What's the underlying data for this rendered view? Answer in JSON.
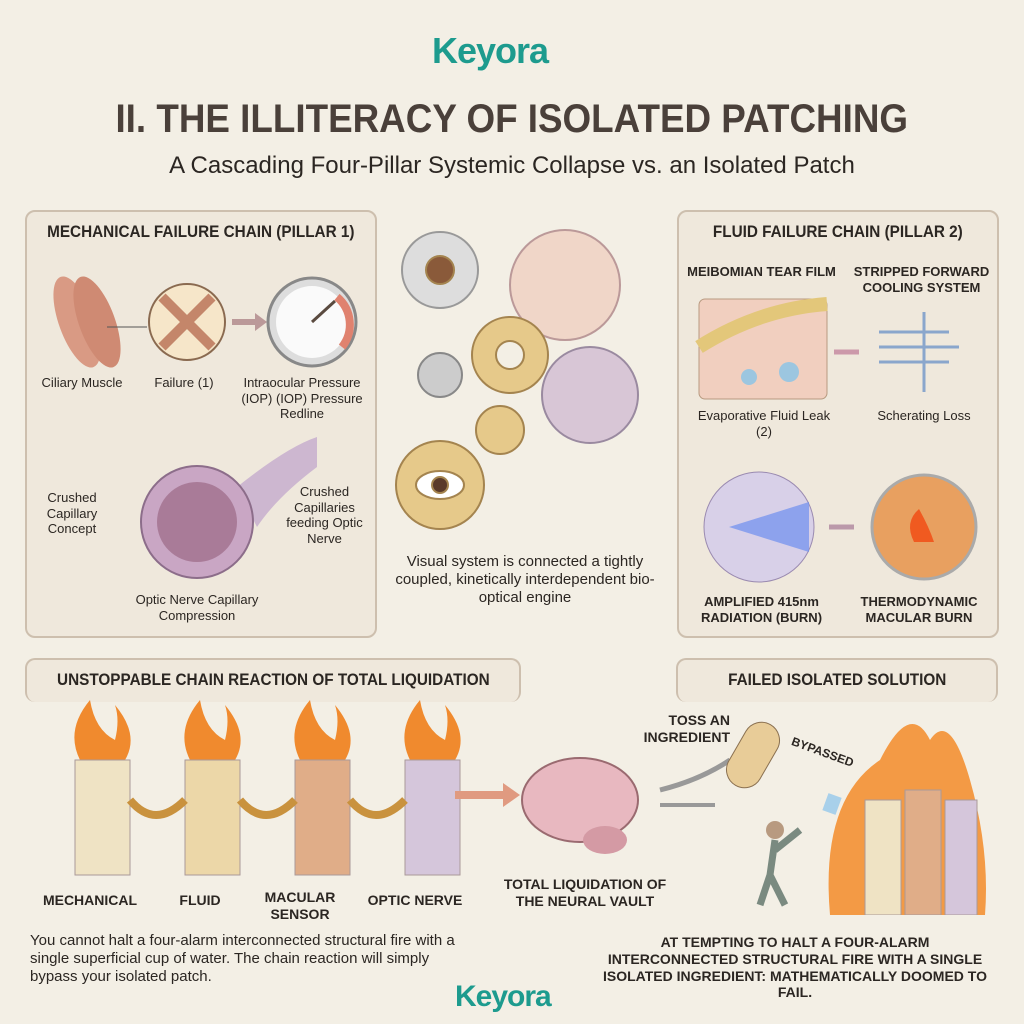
{
  "brand": {
    "logo_top": "Keyora",
    "logo_bottom": "Keyora"
  },
  "header": {
    "title": "II. THE ILLITERACY OF ISOLATED PATCHING",
    "subtitle": "A Cascading Four-Pillar Systemic Collapse vs. an Isolated Patch"
  },
  "mechanical": {
    "title": "MECHANICAL FAILURE CHAIN (PILLAR 1)",
    "ciliary": "Ciliary Muscle",
    "failure": "Failure (1)",
    "iop": "Intraocular Pressure (IOP) (IOP) Pressure Redline",
    "crushed_concept": "Crushed Capillary Concept",
    "crushed_feeding": "Crushed Capillaries feeding Optic Nerve",
    "compression": "Optic Nerve Capillary Compression"
  },
  "center": {
    "caption": "Visual system is connected a tightly coupled, kinetically interdependent bio-optical engine"
  },
  "fluid": {
    "title": "FLUID FAILURE CHAIN (PILLAR 2)",
    "meibomian": "MEIBOMIAN TEAR FILM",
    "stripped": "STRIPPED FORWARD COOLING SYSTEM",
    "evaporative": "Evaporative Fluid Leak (2)",
    "scherating": "Scherating Loss",
    "amplified": "AMPLIFIED 415nm RADIATION (BURN)",
    "thermo": "THERMODYNAMIC MACULAR BURN"
  },
  "chain": {
    "title": "UNSTOPPABLE CHAIN REACTION OF TOTAL LIQUIDATION",
    "pillars": [
      "MECHANICAL",
      "FLUID",
      "MACULAR SENSOR",
      "OPTIC NERVE"
    ],
    "brain": "TOTAL LIQUIDATION OF THE NEURAL VAULT",
    "caption": "You cannot halt a four-alarm interconnected structural fire with a single superficial cup of water. The chain reaction will simply bypass your isolated patch."
  },
  "isolated": {
    "title": "FAILED ISOLATED SOLUTION",
    "toss": "TOSS AN INGREDIENT",
    "bypassed": "BYPASSED",
    "caption": "AT TEMPTING TO HALT A FOUR-ALARM INTERCONNECTED STRUCTURAL FIRE WITH A SINGLE ISOLATED INGREDIENT: MATHEMATICALLY DOOMED TO FAIL."
  },
  "colors": {
    "brand": "#1d9b8e",
    "title": "#4a403a",
    "panel": "#efe8dc",
    "fire": "#f08a2e"
  }
}
